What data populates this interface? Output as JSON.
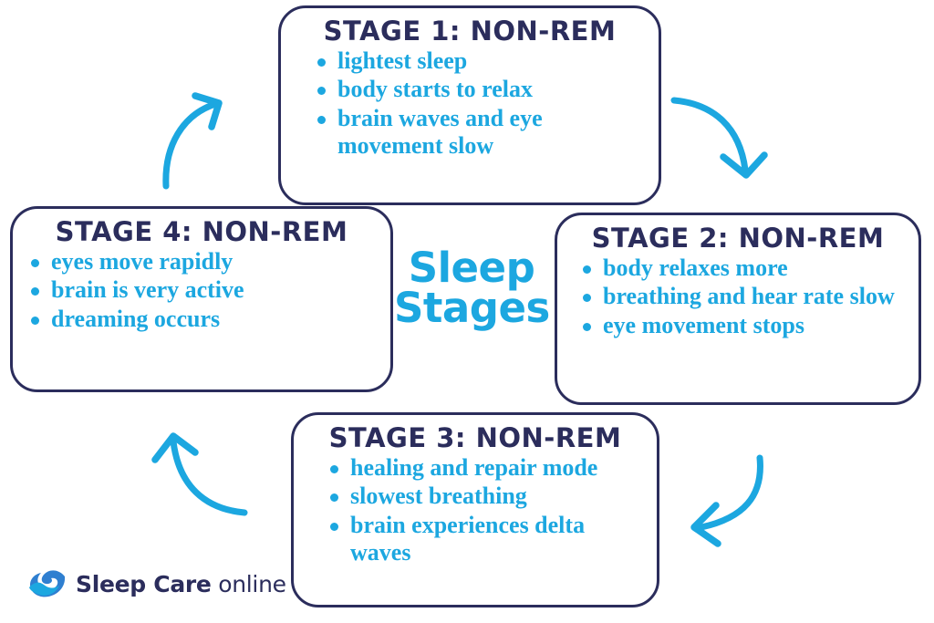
{
  "center": {
    "line1": "Sleep",
    "line2": "Stages"
  },
  "colors": {
    "accent_cyan": "#1ca7e0",
    "navy": "#2b2d5c",
    "logo_deep_blue": "#2f5fb5",
    "background": "#ffffff"
  },
  "stages": [
    {
      "id": "stage-1",
      "title": "STAGE 1: NON-REM",
      "bullets": [
        "lightest sleep",
        "body starts to relax",
        "brain waves and eye movement slow"
      ]
    },
    {
      "id": "stage-2",
      "title": "STAGE 2: NON-REM",
      "bullets": [
        "body relaxes more",
        "breathing and hear rate slow",
        "eye movement stops"
      ]
    },
    {
      "id": "stage-3",
      "title": "STAGE 3: NON-REM",
      "bullets": [
        "healing and repair mode",
        "slowest breathing",
        "brain experiences delta waves"
      ]
    },
    {
      "id": "stage-4",
      "title": "STAGE 4: NON-REM",
      "bullets": [
        "eyes move rapidly",
        "brain is very active",
        "dreaming occurs"
      ]
    }
  ],
  "arrows": [
    {
      "name": "arrow-stage4-to-stage1",
      "direction": "up-right"
    },
    {
      "name": "arrow-stage1-to-stage2",
      "direction": "down-right"
    },
    {
      "name": "arrow-stage2-to-stage3",
      "direction": "down-left"
    },
    {
      "name": "arrow-stage3-to-stage4",
      "direction": "up-left"
    }
  ],
  "logo": {
    "brand_bold": "Sleep Care",
    "brand_light": "online",
    "icon": "wave-swoosh-icon"
  }
}
